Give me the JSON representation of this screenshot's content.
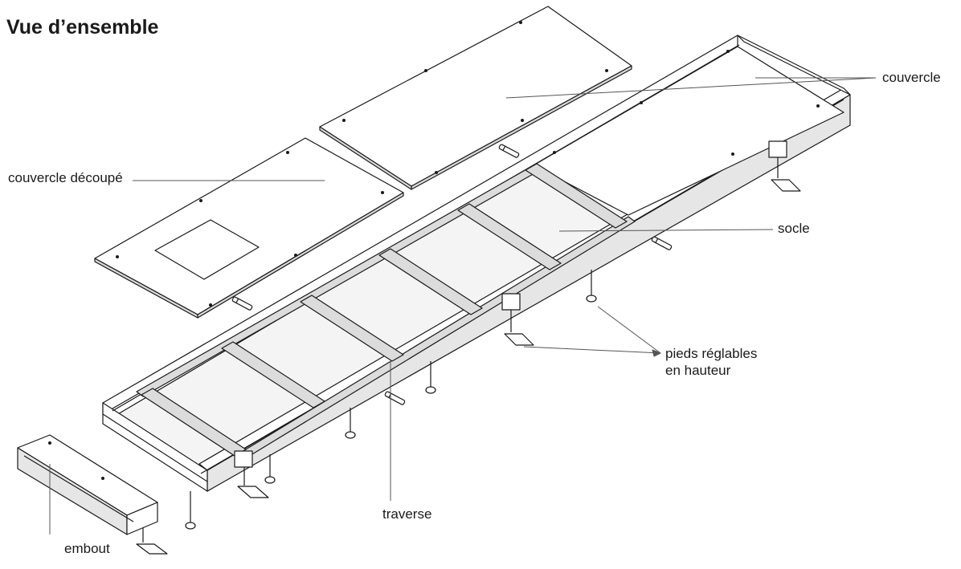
{
  "title": "Vue d’ensemble",
  "labels": {
    "couvercle": "couvercle",
    "couvercle_decoupe": "couvercle découpé",
    "socle": "socle",
    "pieds_line1": "pieds réglables",
    "pieds_line2": "en hauteur",
    "traverse": "traverse",
    "embout": "embout"
  },
  "colors": {
    "stroke": "#1a1a1a",
    "leader": "#555555",
    "panel": "#ffffff",
    "shade": "#e6e6e6"
  }
}
